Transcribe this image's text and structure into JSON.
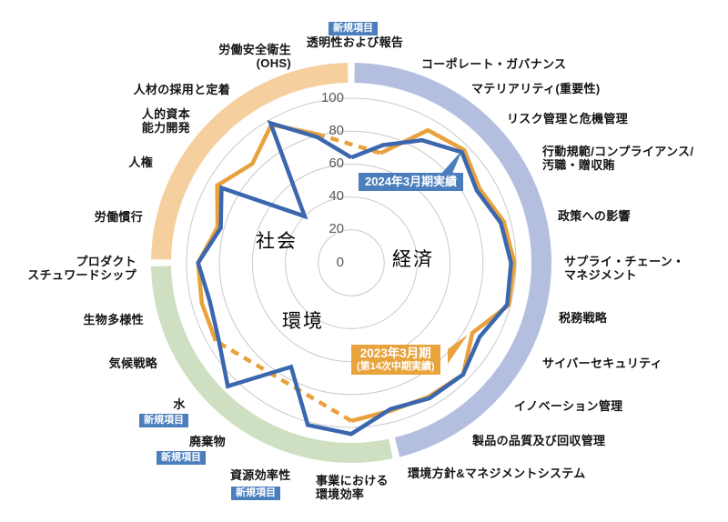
{
  "chart_data": {
    "type": "radar",
    "axes_count": 24,
    "scale": {
      "min": 0,
      "max": 100,
      "step": 20,
      "tick_labels": [
        "0",
        "20",
        "40",
        "60",
        "80",
        "100"
      ]
    },
    "sector_labels": {
      "society": "社会",
      "economy": "経済",
      "environment": "環境"
    },
    "badge_label": "新規項目",
    "categories": [
      {
        "label": "透明性および報告",
        "lines": [
          "透明性および報告"
        ],
        "sector": "economy",
        "new_item": true
      },
      {
        "label": "コーポレート・ガバナンス",
        "lines": [
          "コーポレート・ガバナンス"
        ],
        "sector": "economy",
        "new_item": false
      },
      {
        "label": "マテリアリティ(重要性)",
        "lines": [
          "マテリアリティ(重要性)"
        ],
        "sector": "economy",
        "new_item": false
      },
      {
        "label": "リスク管理と危機管理",
        "lines": [
          "リスク管理と危機管理"
        ],
        "sector": "economy",
        "new_item": false
      },
      {
        "label": "行動規範/コンプライアンス/汚職・贈収賄",
        "lines": [
          "行動規範/コンプライアンス/",
          "汚職・贈収賄"
        ],
        "sector": "economy",
        "new_item": false
      },
      {
        "label": "政策への影響",
        "lines": [
          "政策への影響"
        ],
        "sector": "economy",
        "new_item": false
      },
      {
        "label": "サプライ・チェーン・マネジメント",
        "lines": [
          "サプライ・チェーン・",
          "マネジメント"
        ],
        "sector": "economy",
        "new_item": false
      },
      {
        "label": "税務戦略",
        "lines": [
          "税務戦略"
        ],
        "sector": "economy",
        "new_item": false
      },
      {
        "label": "サイバーセキュリティ",
        "lines": [
          "サイバーセキュリティ"
        ],
        "sector": "economy",
        "new_item": false
      },
      {
        "label": "イノベーション管理",
        "lines": [
          "イノベーション管理"
        ],
        "sector": "economy",
        "new_item": false
      },
      {
        "label": "製品の品質及び回収管理",
        "lines": [
          "製品の品質及び回収管理"
        ],
        "sector": "economy",
        "new_item": false
      },
      {
        "label": "環境方針&マネジメントシステム",
        "lines": [
          "環境方針&マネジメントシステム"
        ],
        "sector": "economy",
        "new_item": false
      },
      {
        "label": "事業における環境効率",
        "lines": [
          "事業における",
          "環境効率"
        ],
        "sector": "environment",
        "new_item": false
      },
      {
        "label": "資源効率性",
        "lines": [
          "資源効率性"
        ],
        "sector": "environment",
        "new_item": true
      },
      {
        "label": "廃棄物",
        "lines": [
          "廃棄物"
        ],
        "sector": "environment",
        "new_item": true
      },
      {
        "label": "水",
        "lines": [
          "水"
        ],
        "sector": "environment",
        "new_item": true
      },
      {
        "label": "気候戦略",
        "lines": [
          "気候戦略"
        ],
        "sector": "environment",
        "new_item": false
      },
      {
        "label": "生物多様性",
        "lines": [
          "生物多様性"
        ],
        "sector": "environment",
        "new_item": false
      },
      {
        "label": "プロダクトスチュワードシップ",
        "lines": [
          "プロダクト",
          "スチュワードシップ"
        ],
        "sector": "environment",
        "new_item": false
      },
      {
        "label": "労働慣行",
        "lines": [
          "労働慣行"
        ],
        "sector": "society",
        "new_item": false
      },
      {
        "label": "人権",
        "lines": [
          "人権"
        ],
        "sector": "society",
        "new_item": false
      },
      {
        "label": "人的資本能力開発",
        "lines": [
          "人的資本",
          "能力開発"
        ],
        "sector": "society",
        "new_item": false
      },
      {
        "label": "人材の採用と定着",
        "lines": [
          "人材の採用と定着"
        ],
        "sector": "society",
        "new_item": false
      },
      {
        "label": "労働安全衛生(OHS)",
        "lines": [
          "労働安全衛生",
          "(OHS)"
        ],
        "sector": "society",
        "new_item": false
      }
    ],
    "series": [
      {
        "name": "2024年3月期実績",
        "color": "#3a67ae",
        "line_style": "solid",
        "values": [
          64,
          74,
          86,
          95,
          88,
          94,
          97,
          98,
          90,
          96,
          95,
          92,
          104,
          102,
          73,
          106,
          93,
          89,
          93,
          82,
          91,
          40,
          98,
          79
        ]
      },
      {
        "name": "2023年3月期(第14次中期実績)",
        "color": "#e8a13c",
        "line_style": "solid_dashed_across_new_items",
        "values": [
          null,
          69,
          93,
          97,
          90,
          96,
          99,
          99,
          85,
          96,
          94,
          93,
          96,
          null,
          null,
          null,
          95,
          94,
          93,
          84,
          94,
          85,
          97,
          81
        ]
      }
    ],
    "sector_arcs": [
      {
        "name": "economy",
        "color": "#b4bfe0",
        "start_deg": 1,
        "end_deg": 166
      },
      {
        "name": "environment",
        "color": "#cfe0c2",
        "start_deg": 168,
        "end_deg": 269
      },
      {
        "name": "society",
        "color": "#f5d09e",
        "start_deg": 271,
        "end_deg": 359
      }
    ]
  },
  "legend": {
    "current": {
      "label": "2024年3月期実績",
      "bg_color": "#4a7ebc",
      "text_color": "#ffffff"
    },
    "previous": {
      "line1": "2023年3月期",
      "line2": "(第14次中期実績)",
      "bg_color": "#e8a33d",
      "text_color": "#ffffff"
    }
  },
  "colors": {
    "grid": "#c9c9c9",
    "tick_text": "#595959",
    "sector_text": "#8a8a8a",
    "category_text": "#141414",
    "badge_bg": "#4a7ebc"
  }
}
